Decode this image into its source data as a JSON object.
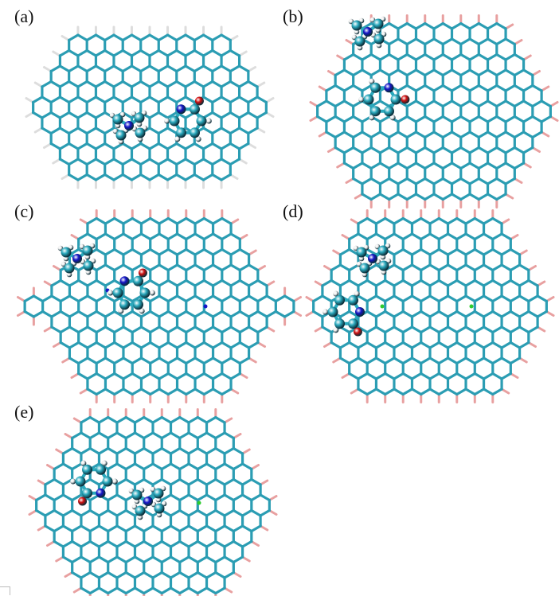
{
  "panels": [
    {
      "label": "(a)"
    },
    {
      "label": "(b)"
    },
    {
      "label": "(c)"
    },
    {
      "label": "(d)"
    },
    {
      "label": "(e)"
    }
  ],
  "colors": {
    "lattice": "#2b9db3",
    "carbon": "#2aa9bd",
    "nitrogen": "#1515c8",
    "oxygen": "#d01010",
    "hydrogen": "#eeeeee",
    "edge_h_pink": "#e8a0a0",
    "boron": "#2ecc2e"
  }
}
